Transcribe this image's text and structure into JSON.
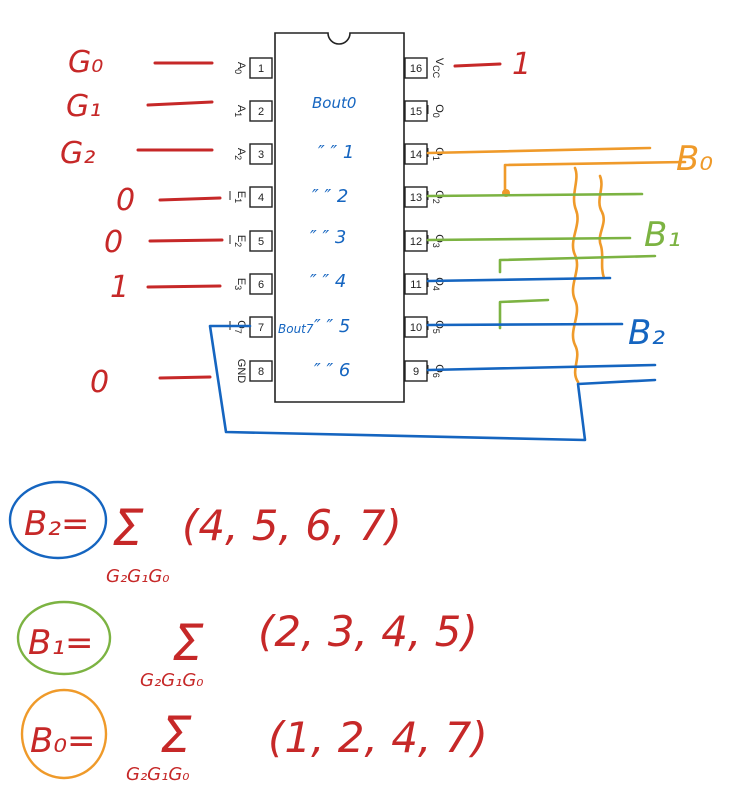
{
  "colors": {
    "red": "#c62828",
    "blue": "#1565c0",
    "green": "#7cb342",
    "orange": "#ef9a2a",
    "ink": "#222222"
  },
  "chip": {
    "left_pins": [
      {
        "num": "1",
        "label": "A0",
        "base": "A",
        "sub": "0",
        "overline": false
      },
      {
        "num": "2",
        "label": "A1",
        "base": "A",
        "sub": "1",
        "overline": false
      },
      {
        "num": "3",
        "label": "A2",
        "base": "A",
        "sub": "2",
        "overline": false
      },
      {
        "num": "4",
        "label": "E1",
        "base": "E",
        "sub": "1",
        "overline": true
      },
      {
        "num": "5",
        "label": "E2",
        "base": "E",
        "sub": "2",
        "overline": true
      },
      {
        "num": "6",
        "label": "E3",
        "base": "E",
        "sub": "3",
        "overline": false
      },
      {
        "num": "7",
        "label": "O7",
        "base": "O",
        "sub": "7",
        "overline": true
      },
      {
        "num": "8",
        "label": "GND",
        "base": "GND",
        "sub": "",
        "overline": false
      }
    ],
    "right_pins": [
      {
        "num": "16",
        "label": "VCC",
        "base": "V",
        "sub": "CC",
        "overline": false
      },
      {
        "num": "15",
        "label": "O0",
        "base": "O",
        "sub": "0",
        "overline": true
      },
      {
        "num": "14",
        "label": "O1",
        "base": "O",
        "sub": "1",
        "overline": true
      },
      {
        "num": "13",
        "label": "O2",
        "base": "O",
        "sub": "2",
        "overline": true
      },
      {
        "num": "12",
        "label": "O3",
        "base": "O",
        "sub": "3",
        "overline": true
      },
      {
        "num": "11",
        "label": "O4",
        "base": "O",
        "sub": "4",
        "overline": true
      },
      {
        "num": "10",
        "label": "O5",
        "base": "O",
        "sub": "5",
        "overline": true
      },
      {
        "num": "9",
        "label": "O6",
        "base": "O",
        "sub": "6",
        "overline": true
      }
    ]
  },
  "inputs": {
    "g0": "G₀",
    "g1": "G₁",
    "g2": "G₂",
    "e1": "0",
    "e2": "0",
    "e3": "1",
    "gnd": "0",
    "vcc": "1"
  },
  "notes": {
    "bout0": "Bout0",
    "bout7": "Bout7",
    "ditto": [
      "″ ″ 1",
      "″ ″ 2",
      "″ ″ 3",
      "″ ″ 4",
      "″ ″ 5",
      "″ ″ 6"
    ],
    "b0_label": "B₀",
    "b1_label": "B₁",
    "b2_label": "B₂"
  },
  "equations": [
    {
      "lhs": "B₂=",
      "sigma": "Σ",
      "vars": "G₂G₁G₀",
      "terms": "(4, 5, 6, 7)",
      "circle": "blue"
    },
    {
      "lhs": "B₁=",
      "sigma": "Σ",
      "vars": "G₂G₁G₀",
      "terms": "(2, 3, 4, 5)",
      "circle": "green"
    },
    {
      "lhs": "B₀=",
      "sigma": "Σ",
      "vars": "G₂G₁G₀",
      "terms": "(1, 2, 4, 7)",
      "circle": "orange"
    }
  ]
}
